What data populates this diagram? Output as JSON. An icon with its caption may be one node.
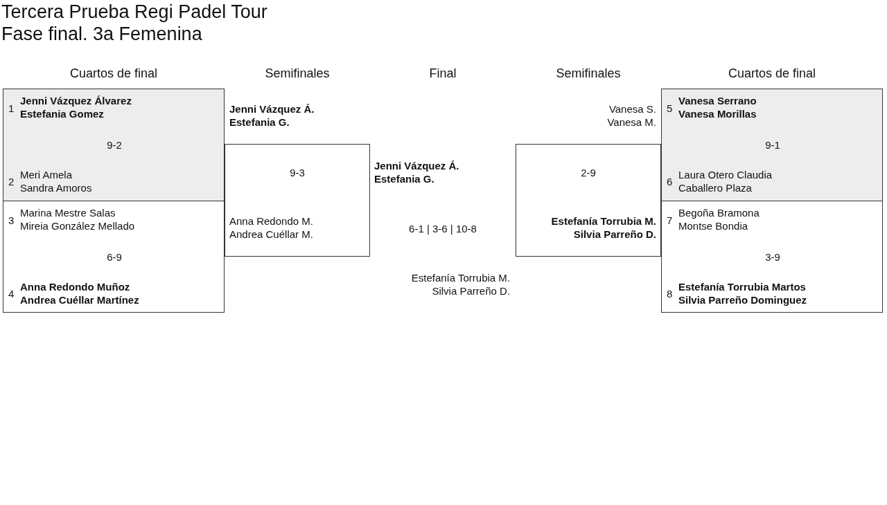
{
  "diagram": {
    "title": "Tercera Prueba Regi Padel Tour",
    "nodes": [
      {
        "text": [
          "1",
          "Jenni Vázquez Álvarez Estefania Gomez",
          "9-2",
          "2",
          "Meri Amela Sandra Amoros"
        ]
      },
      {
        "text": [
          "3",
          "Marina Mestre Salas Mireia González Mellado",
          "6-9",
          "4",
          "Anna Redondo Muñoz Andrea Cuéllar Martínez"
        ]
      },
      {
        "text": [
          "Jenni Vázquez Á. Estefania G.",
          "9-3",
          "Anna Redondo M. Andrea Cuéllar M."
        ]
      },
      {
        "text": [
          "Vanesa S. Vanesa M.",
          "2-9",
          "Estefanía Torrubia M. Silvia Parreño D."
        ]
      },
      {
        "text": [
          "5",
          "Vanesa Serrano Vanesa Morillas",
          "9-1",
          "6",
          "Laura Otero Claudia Caballero Plaza"
        ]
      },
      {
        "text": [
          "7",
          "Begoña Bramona Montse Bondia",
          "3-9",
          "8",
          "Estefanía Torrubia Martos Silvia Parreño Dominguez"
        ]
      }
    ],
    "labels": [
      "Fase final. 3a Femenina",
      "Cuartos de final",
      "Semifinales",
      "Final",
      "Semifinales",
      "Cuartos de final",
      "Jenni Vázquez Á. Estefania G.",
      "6-1 | 3-6 | 10-8",
      "Estefanía Torrubia M. Silvia Parreño D."
    ]
  }
}
